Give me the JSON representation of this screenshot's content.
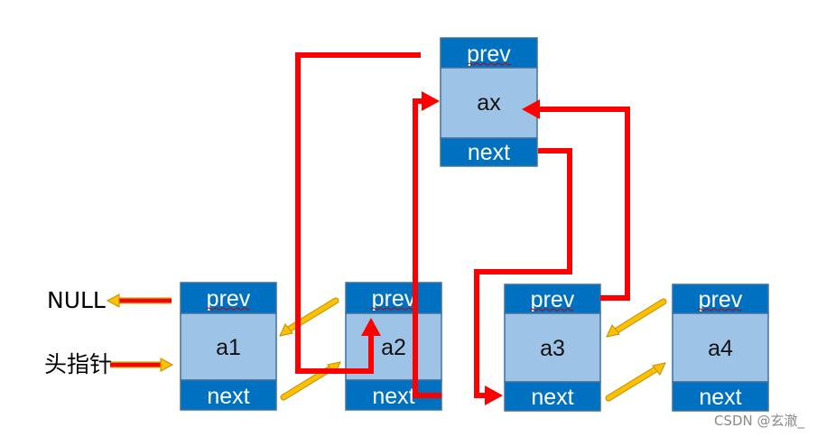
{
  "nodes": [
    {
      "id": "ax",
      "prev": "prev",
      "value": "ax",
      "next": "next"
    },
    {
      "id": "a1",
      "prev": "prev",
      "value": "a1",
      "next": "next"
    },
    {
      "id": "a2",
      "prev": "prev",
      "value": "a2",
      "next": "next"
    },
    {
      "id": "a3",
      "prev": "prev",
      "value": "a3",
      "next": "next"
    },
    {
      "id": "a4",
      "prev": "prev",
      "value": "a4",
      "next": "next"
    }
  ],
  "labels": {
    "null": "NULL",
    "head_pointer": "头指针"
  },
  "watermark": "CSDN @玄澈_",
  "colors": {
    "header_blue": "#0070c0",
    "body_blue": "#9dc3e6",
    "border": "#41719c",
    "red_link": "#ff0000",
    "old_link": "#ffc000",
    "old_link_edge": "#c09000"
  }
}
